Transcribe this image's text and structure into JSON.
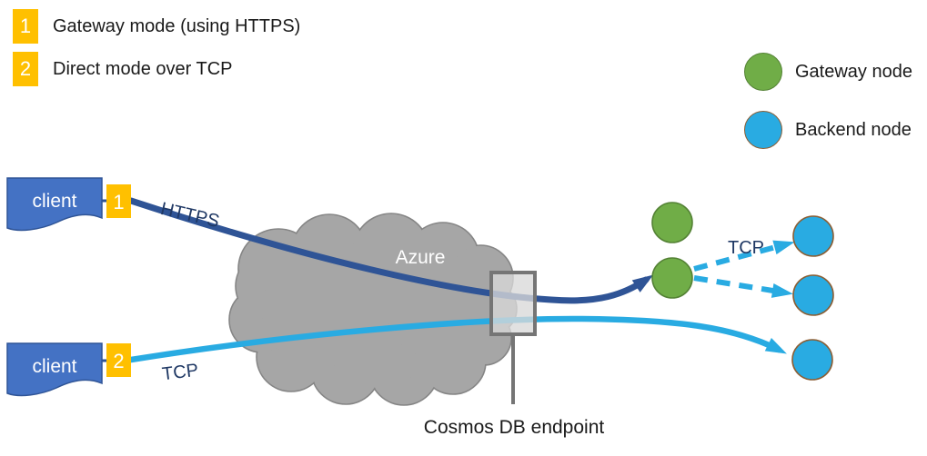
{
  "colors": {
    "accent_gold": "#FFC000",
    "client_fill": "#4472C4",
    "client_border": "#2F5496",
    "https_line": "#2F5496",
    "label_navy": "#1F3864",
    "tcp_cyan": "#29ABE2",
    "gateway_green": "#70AD47",
    "gateway_green_border": "#548235",
    "backend_blue": "#29ABE2",
    "backend_blue_border": "#8B5E34",
    "cloud_fill": "#A6A6A6",
    "cloud_border": "#858585",
    "endpoint_gray": "#757575",
    "text_black": "#1a1a1a"
  },
  "legend_modes": {
    "items": [
      {
        "number": "1",
        "label": "Gateway mode (using HTTPS)"
      },
      {
        "number": "2",
        "label": "Direct mode over TCP"
      }
    ]
  },
  "legend_nodes": {
    "items": [
      {
        "type": "gateway",
        "label": "Gateway node"
      },
      {
        "type": "backend",
        "label": "Backend node"
      }
    ]
  },
  "clients": {
    "first": {
      "label": "client",
      "badge": "1"
    },
    "second": {
      "label": "client",
      "badge": "2"
    }
  },
  "cloud": {
    "label": "Azure"
  },
  "connections": {
    "https_label": "HTTPS",
    "tcp_client_label": "TCP",
    "tcp_backend_label": "TCP"
  },
  "endpoint": {
    "label": "Cosmos DB endpoint"
  }
}
